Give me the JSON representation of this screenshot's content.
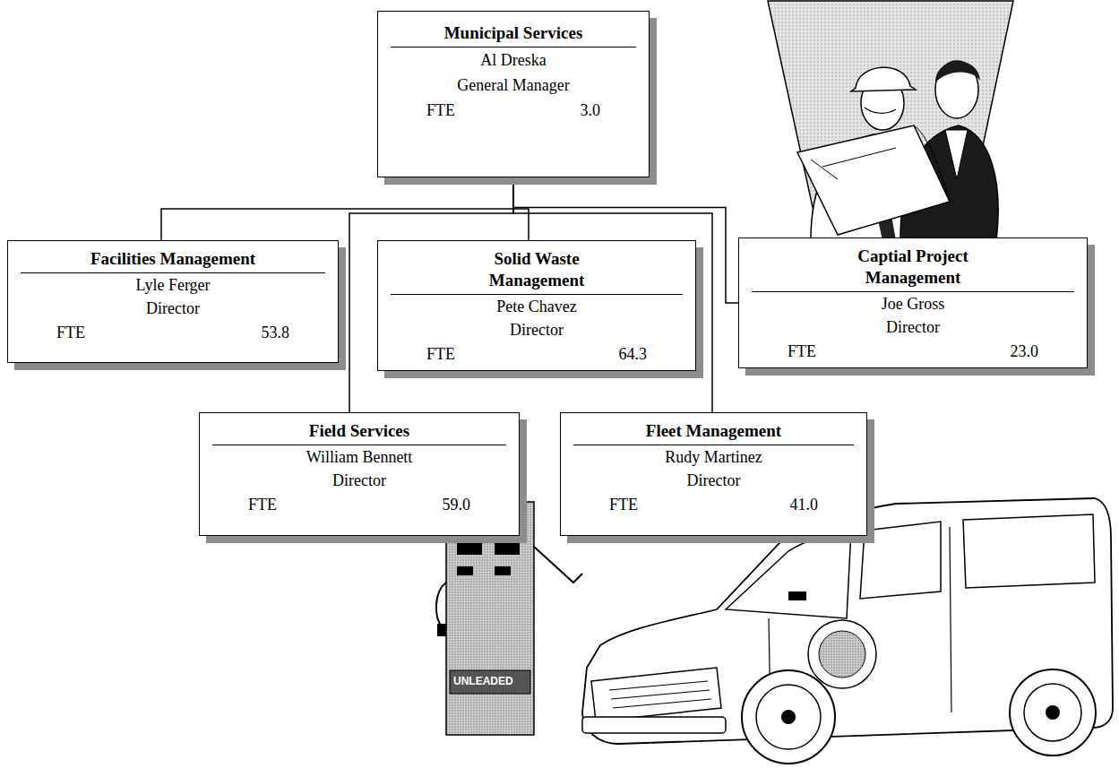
{
  "diagram": {
    "nodes": [
      {
        "text": [
          "Municipal Services",
          "Al Dreska",
          "General Manager",
          "FTE",
          "3.0"
        ]
      },
      {
        "text": [
          "Facilities Management",
          "Lyle Ferger",
          "Director",
          "FTE",
          "53.8"
        ]
      },
      {
        "text": [
          "Solid Waste Management",
          "Pete Chavez",
          "Director",
          "FTE",
          "64.3"
        ]
      },
      {
        "text": [
          "Captial Project Management",
          "Joe Gross",
          "Director",
          "FTE",
          "23.0"
        ]
      },
      {
        "text": [
          "Field Services",
          "William Bennett",
          "Director",
          "FTE",
          "59.0"
        ]
      },
      {
        "text": [
          "Fleet Management",
          "Rudy Martinez",
          "Director",
          "FTE",
          "41.0"
        ]
      }
    ],
    "edges": [
      {
        "from": 0,
        "to": 1,
        "arrow": "none"
      },
      {
        "from": 0,
        "to": 2,
        "arrow": "none"
      },
      {
        "from": 0,
        "to": 3,
        "arrow": "none"
      },
      {
        "from": 0,
        "to": 4,
        "arrow": "none"
      },
      {
        "from": 0,
        "to": 5,
        "arrow": "none"
      }
    ],
    "labels": [
      "UNLEADED"
    ]
  }
}
